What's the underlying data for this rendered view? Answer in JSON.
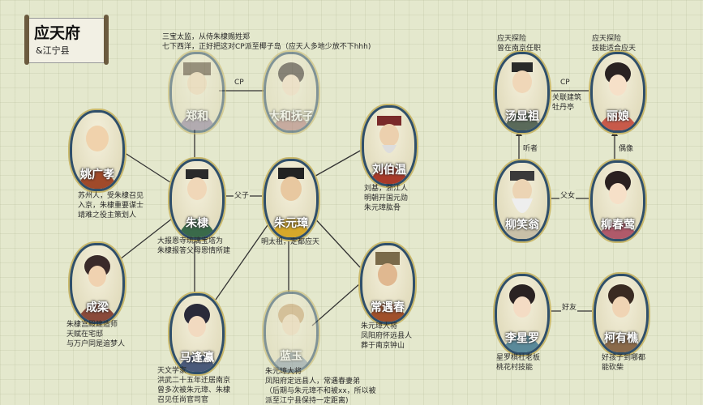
{
  "title": "应天府",
  "subtitle": "&江宁县",
  "nodes": {
    "zhenghe": {
      "name": "郑和",
      "caption": "三宝太监，从侍朱棣赐姓郑\n七下西洋，正好把这对CP派至椰子岛（应天人多地少放不下hhh)"
    },
    "dahe": {
      "name": "大和抚子"
    },
    "yaoguangxiao": {
      "name": "姚广孝",
      "caption": "苏州人，受朱棣召见\n入京，朱棣重要谋士\n靖难之役主策划人"
    },
    "zhudi": {
      "name": "朱棣",
      "caption": "大报恩寺琉璃宝塔为\n朱棣报答父母恩情所建"
    },
    "zhuyuanzhang": {
      "name": "朱元璋",
      "caption": "明太祖，定都应天"
    },
    "liubowen": {
      "name": "刘伯温",
      "caption": "刘基，浙江人\n明朝开国元勋\n朱元璋肱骨"
    },
    "chengliang": {
      "name": "成梁",
      "caption": "朱棣宫殿建造师\n天赋在宅邸\n与万户同是追梦人"
    },
    "madengying": {
      "name": "马逢瀛",
      "caption": "天文学家\n洪武二十五年迁居南京\n曾多次被朱元璋、朱棣\n召见任尚官司官"
    },
    "lanyu": {
      "name": "蓝玉",
      "caption": "朱元璋大将\n凤阳府定远县人，常遇春妻弟\n（后期与朱元璋不和被xx，所以被\n派至江宁县保持一定距离)"
    },
    "changyuchun": {
      "name": "常遇春",
      "caption": "朱元璋大将\n凤阳府怀远县人\n葬于南京钟山"
    },
    "tangxianzu": {
      "name": "汤显祖",
      "caption": "应天探险\n曾在南京任职"
    },
    "liniang": {
      "name": "丽娘",
      "caption": "应天探险\n技能适合应天"
    },
    "liuxiaoweng": {
      "name": "柳笑翁"
    },
    "liuchunying": {
      "name": "柳春莺"
    },
    "lixingluo": {
      "name": "李星罗",
      "caption": "星罗棋社老板\n桃花村技能"
    },
    "keyouqiao": {
      "name": "柯有樵",
      "caption": "好孩子到哪都\n能砍柴"
    }
  },
  "relations": {
    "cp1": "CP",
    "fuzi": "父子",
    "cp2": "CP",
    "peony": "关联建筑\n牡丹亭",
    "tingzhe": "听者",
    "ouxiang": "偶像",
    "funv": "父女",
    "haoyou": "好友"
  },
  "colors": {
    "background": "#e4e8cd",
    "frame": "#2f4f6a",
    "frame_outer": "#c9b86a",
    "line": "#333333"
  }
}
